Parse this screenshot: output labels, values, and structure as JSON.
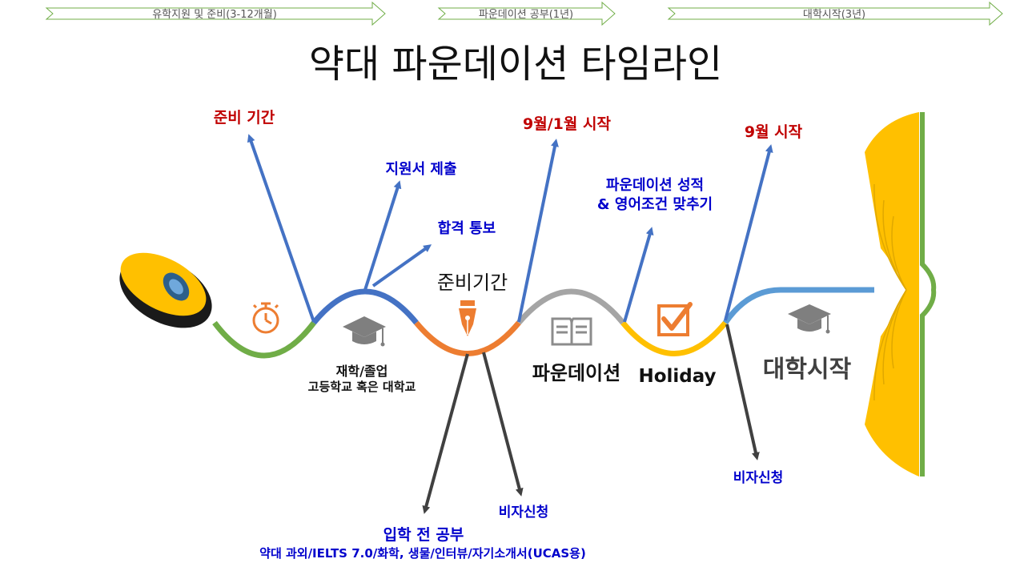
{
  "header_arrows": [
    {
      "label": "유학지원 및 준비(3-12개월)"
    },
    {
      "label": "파운데이션 공부(1년)"
    },
    {
      "label": "대학시작(3년)"
    }
  ],
  "title": "약대 파운데이션 타임라인",
  "labels": {
    "prep_period": "준비 기간",
    "application": "지원서 제출",
    "acceptance": "합격 통보",
    "prep_period_2": "준비기간",
    "start_sep_jan": "9월/1월 시작",
    "foundation_grades_1": "파운데이션 성적",
    "foundation_grades_2": "& 영어조건 맞추기",
    "start_sep": "9월 시작",
    "student_line1": "재학/졸업",
    "student_line2": "고등학교 혹은 대학교",
    "foundation": "파운데이션",
    "holiday": "Holiday",
    "university_start": "대학시작",
    "pre_study_title": "입학 전 공부",
    "pre_study_detail": "약대 과외/IELTS 7.0/화학, 생물/인터뷰/자기소개서(UCAS용)",
    "visa_1": "비자신청",
    "visa_2": "비자신청"
  },
  "colors": {
    "green": "#70AD47",
    "blue": "#4472C4",
    "orange": "#ED7D31",
    "gray": "#A5A5A5",
    "yellow": "#FFC000",
    "lightblue": "#5B9BD5",
    "red_text": "#C00000",
    "blue_text": "#0000CC",
    "dark_arrow": "#404040"
  },
  "icons": [
    "mouse-icon",
    "stopwatch-icon",
    "graduation-cap-icon",
    "pen-nib-icon",
    "book-icon",
    "checkbox-icon",
    "graduation-cap-icon",
    "open-book-icon"
  ]
}
